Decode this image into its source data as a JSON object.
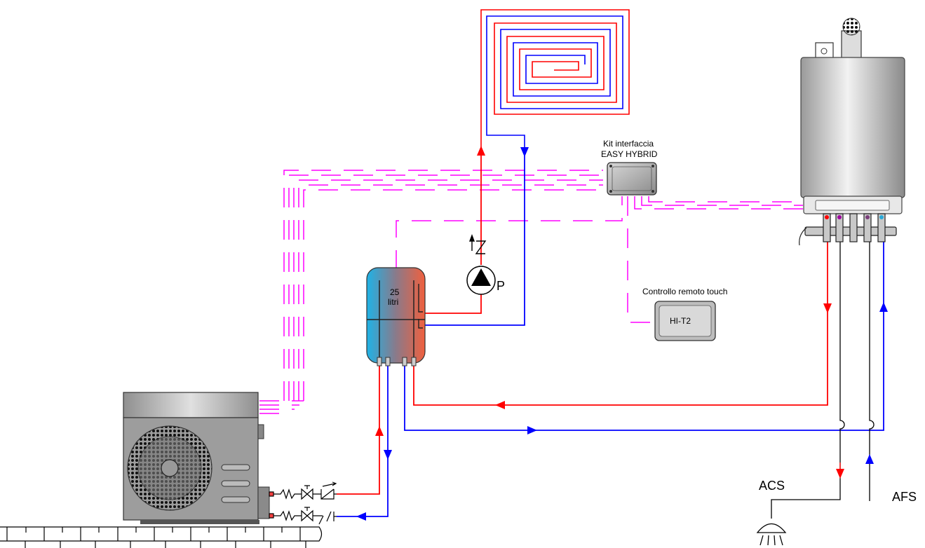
{
  "labels": {
    "interface_kit_line1": "Kit interfaccia",
    "interface_kit_line2": "EASY HYBRID",
    "remote_control": "Controllo remoto touch",
    "remote_control_display": "HI-T2",
    "tank_volume": "25",
    "tank_unit": "litri",
    "pump": "P",
    "dhw_out": "ACS",
    "cold_water_in": "AFS"
  },
  "colors": {
    "supply_flow": "#ff0000",
    "return_flow": "#0000ff",
    "control_wiring": "#ff00ff",
    "tank_hot": "#e06a52",
    "tank_cold": "#2aa9d8"
  }
}
